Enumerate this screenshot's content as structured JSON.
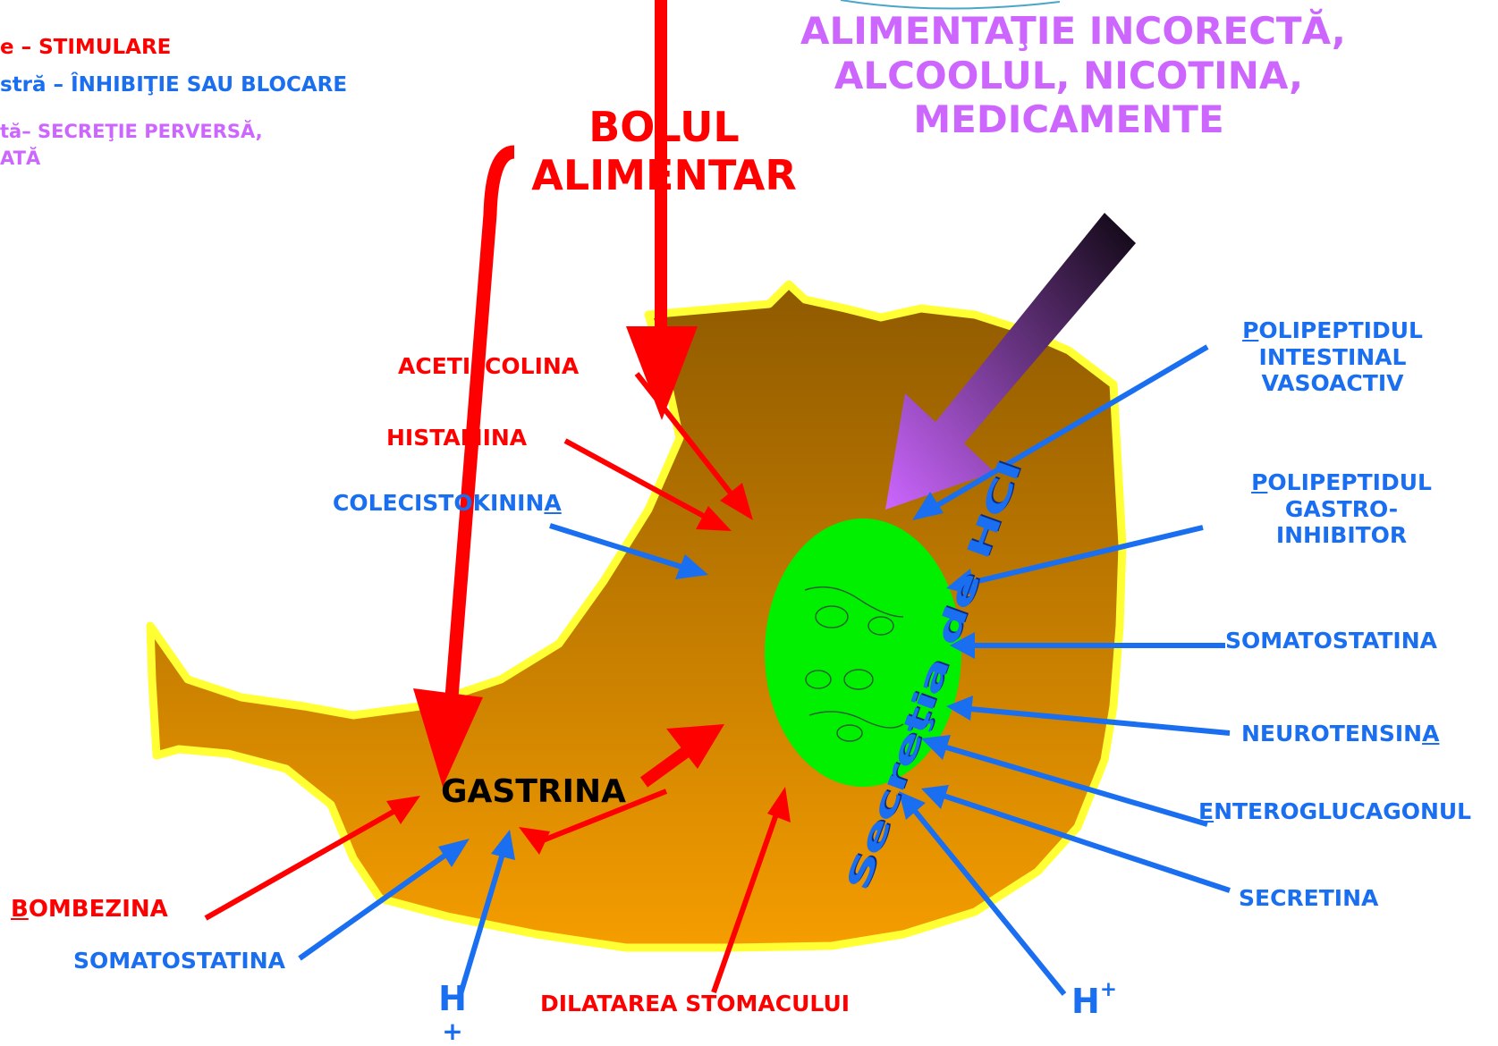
{
  "legend": {
    "stimulation": "e  – STIMULARE",
    "inhibition": "stră –  ÎNHIBIŢIE SAU BLOCARE",
    "perverse_line1": "tă– SECREŢIE PERVERSĂ,",
    "perverse_line2": "ATĂ"
  },
  "colors": {
    "stimulation": "#ff0000",
    "inhibition": "#1a6ef0",
    "perverse": "#cc66ff",
    "stomach_fill_top": "#8f5a00",
    "stomach_fill_bottom": "#f59d00",
    "stomach_border": "#ffff33",
    "secretion_zone": "#00f000"
  },
  "titles": {
    "factors_line1": "ALIMENTAŢIE INCORECTĂ,",
    "factors_line2": "ALCOOLUL, NICOTINA,",
    "factors_line3": "MEDICAMENTE",
    "bolus_line1": "BOLUL",
    "bolus_line2": "ALIMENTAR"
  },
  "center_label": "Secreţia de HCl",
  "gastrin_label": "GASTRINA",
  "stimulators": {
    "acetylcholine": "ACETILCOLINA",
    "histamine": "HISTAMINA",
    "bombesin_first": "B",
    "bombesin_rest": "OMBEZINA",
    "dilatation": "DILATAREA STOMACULUI"
  },
  "inhibitors": {
    "cck_main": "COLECISTOKININ",
    "cck_last": "A",
    "vip_first": "P",
    "vip_line1_rest": "OLIPEPTIDUL",
    "vip_line2": "INTESTINAL",
    "vip_line3": "VASOACTIV",
    "gip_first": "P",
    "gip_line1_rest": "OLIPEPTIDUL",
    "gip_line2": "GASTRO-",
    "gip_line3": "INHIBITOR",
    "somatostatin_right": "SOMATOSTATINA",
    "neurotensin_main": "NEUROTENSIN",
    "neurotensin_last": "A",
    "enteroglucagon_first": "E",
    "enteroglucagon_rest": "NTEROGLUCAGONUL",
    "secretin": "SECRETINA",
    "somatostatin_left": "SOMATOSTATINA",
    "proton_left": "H",
    "proton_left_charge": "+",
    "proton_right": "H",
    "proton_right_charge": "+"
  }
}
